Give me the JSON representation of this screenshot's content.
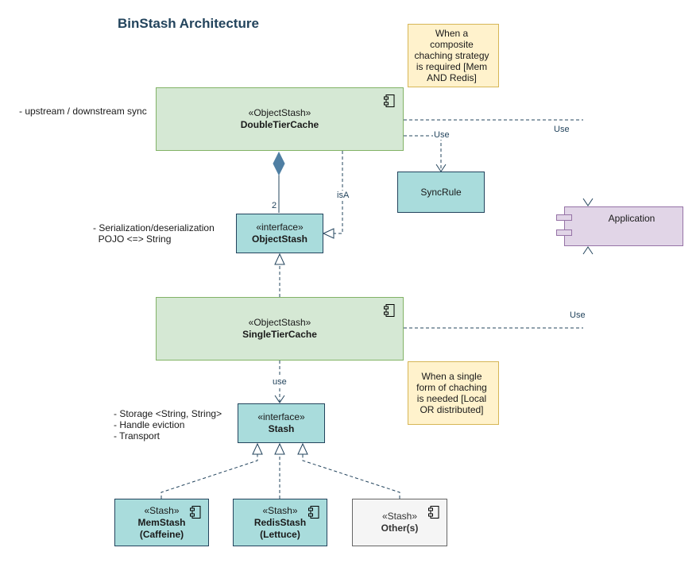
{
  "title": "BinStash Architecture",
  "notes": {
    "composite": "When a composite chaching strategy is required [Mem AND Redis]",
    "single": "When a single form of chaching is needed [Local OR distributed]"
  },
  "components": {
    "double_tier": {
      "stereotype": "«ObjectStash»",
      "name": "DoubleTierCache"
    },
    "object_stash": {
      "stereotype": "«interface»",
      "name": "ObjectStash"
    },
    "sync_rule": {
      "name": "SyncRule"
    },
    "application": {
      "name": "Application"
    },
    "single_tier": {
      "stereotype": "«ObjectStash»",
      "name": "SingleTierCache"
    },
    "stash": {
      "stereotype": "«interface»",
      "name": "Stash"
    },
    "mem_stash": {
      "stereotype": "«Stash»",
      "name": "MemStash",
      "sub": "(Caffeine)"
    },
    "redis_stash": {
      "stereotype": "«Stash»",
      "name": "RedisStash",
      "sub": "(Lettuce)"
    },
    "other": {
      "stereotype": "«Stash»",
      "name": "Other(s)"
    }
  },
  "annotations": {
    "sync": "- upstream / downstream sync",
    "serialization_1": "- Serialization/deserialization",
    "serialization_2": "  POJO <=> String",
    "storage_1": "- Storage <String, String>",
    "storage_2": "- Handle eviction",
    "storage_3": "- Transport"
  },
  "edge_labels": {
    "multiplicity": "2",
    "is_a": "isA",
    "use_sync": "Use",
    "use_app_top": "Use",
    "use_app_bottom": "Use",
    "use_stash": "use"
  },
  "colors": {
    "edge": "#23445d",
    "green_fill": "#d5e8d4",
    "teal_fill": "#a9dcdc",
    "purple_fill": "#e1d5e7",
    "note_fill": "#fff2cc"
  }
}
